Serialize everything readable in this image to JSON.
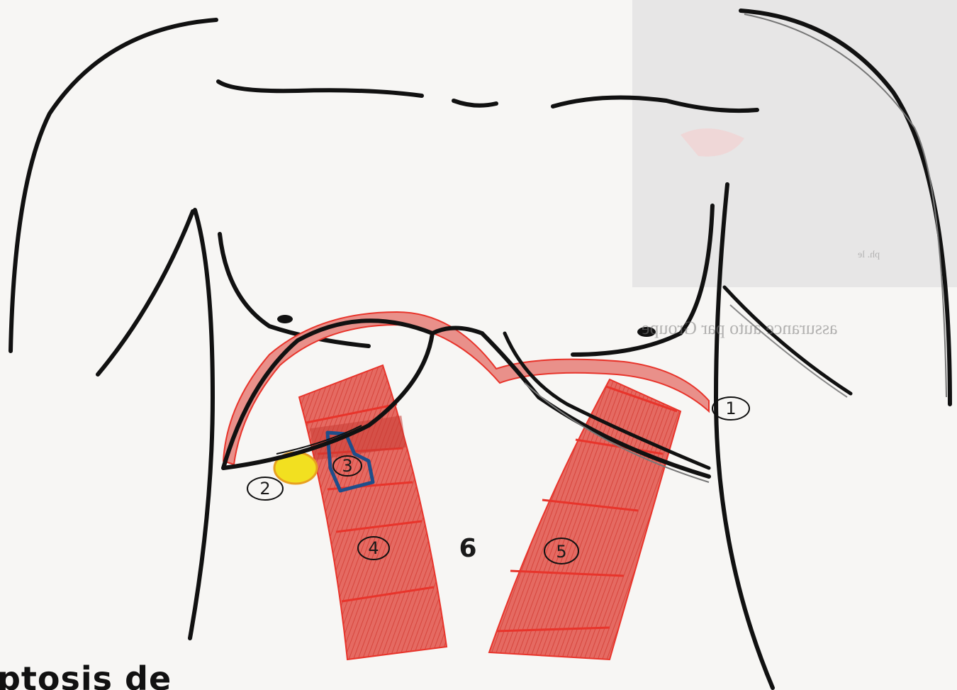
{
  "labels": {
    "l1": "1",
    "l2": "2",
    "l3": "3",
    "l4": "4",
    "l5": "5",
    "l6": "6"
  },
  "bleed_through": {
    "text": "assurance auto par Groupe",
    "caption": "ph. le"
  },
  "bottom_handwriting": "ptosis de",
  "colors": {
    "ink": "#111111",
    "red_fill": "#e2574f",
    "red_line": "#e8342b",
    "yellow": "#f2e020",
    "blue": "#1f4e8a",
    "photo_gray": "#e6e6e6"
  }
}
